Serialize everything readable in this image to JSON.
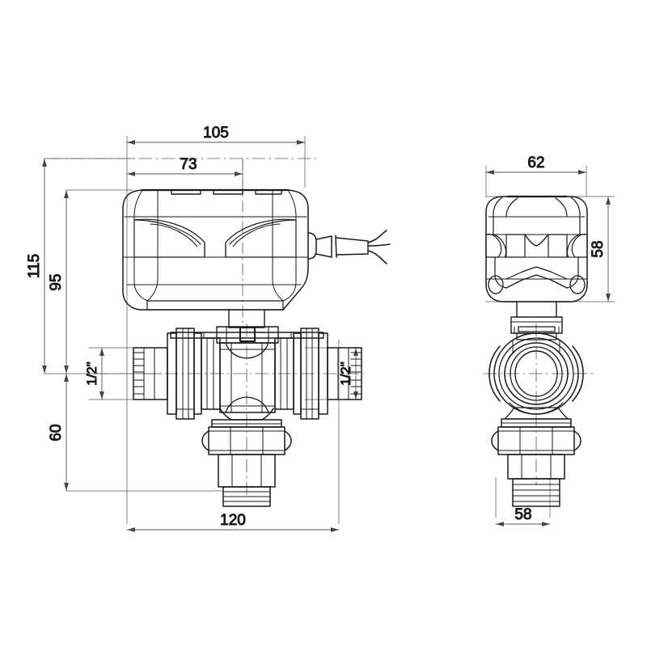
{
  "drawing": {
    "title": "Motorized 3-way ball valve with electric actuator",
    "units": "mm",
    "line_color": "#1a1a1a",
    "dimension_line_color": "#555555",
    "background": "#ffffff",
    "views": [
      {
        "name": "front-view",
        "label": ""
      },
      {
        "name": "side-view",
        "label": ""
      }
    ]
  },
  "dimensions": {
    "front": {
      "overall_width_top": "105",
      "actuator_offset": "73",
      "overall_height": "115",
      "actuator_height": "95",
      "lower_port_height": "60",
      "overall_width_bottom": "120",
      "port_left_size": "1/2\"",
      "port_right_size": "1/2\""
    },
    "side": {
      "overall_width_top": "62",
      "actuator_height": "58",
      "body_width_bottom": "58"
    }
  },
  "labels": {
    "d105": "105",
    "d73": "73",
    "d115": "115",
    "d95": "95",
    "d60": "60",
    "d120": "120",
    "d62": "62",
    "d58v": "58",
    "d58h": "58",
    "half_inch_left": "1/2\"",
    "half_inch_right": "1/2\""
  },
  "components": {
    "actuator_front": "actuator-housing-front",
    "actuator_side": "actuator-housing-side",
    "cable": "power-cable-3-wire",
    "valve_body": "three-way-ball-valve-body",
    "union_nut_left": "union-nut-left",
    "union_nut_right": "union-nut-right",
    "port_left": "threaded-port-left",
    "port_right": "threaded-port-right",
    "port_bottom": "threaded-port-bottom",
    "stem_bracket": "stem-mounting-bracket"
  }
}
